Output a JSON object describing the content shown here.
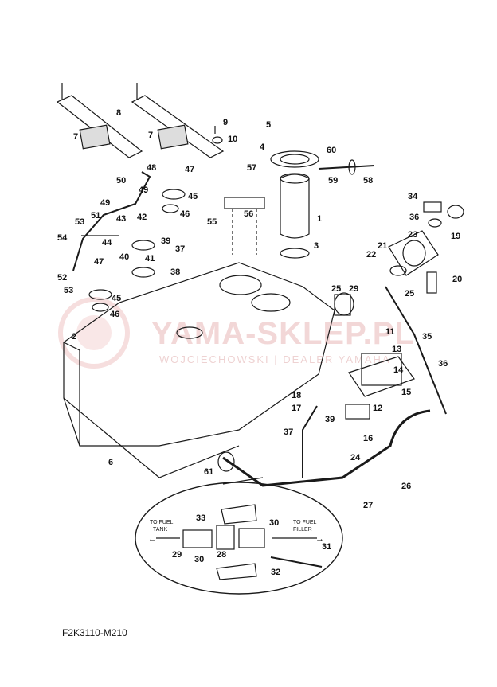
{
  "diagram_code": "F2K3110-M210",
  "watermark": {
    "main": "YAMA-SKLEP.PL",
    "sub": "WOJCIECHOWSKI | DEALER YAMAHA"
  },
  "callouts": [
    "1",
    "2",
    "3",
    "4",
    "5",
    "6",
    "7",
    "7",
    "8",
    "9",
    "10",
    "11",
    "12",
    "13",
    "14",
    "15",
    "16",
    "17",
    "18",
    "19",
    "20",
    "21",
    "22",
    "23",
    "24",
    "25",
    "25",
    "26",
    "27",
    "28",
    "29",
    "29",
    "30",
    "30",
    "31",
    "32",
    "33",
    "34",
    "35",
    "36",
    "36",
    "37",
    "37",
    "38",
    "39",
    "39",
    "40",
    "41",
    "42",
    "43",
    "44",
    "45",
    "45",
    "46",
    "46",
    "47",
    "47",
    "48",
    "49",
    "49",
    "50",
    "51",
    "52",
    "53",
    "53",
    "54",
    "55",
    "56",
    "57",
    "58",
    "59",
    "60",
    "61"
  ],
  "detail": {
    "left_label_1": "TO FUEL",
    "left_label_2": "TANK",
    "right_label_1": "TO FUEL",
    "right_label_2": "FILLER"
  }
}
